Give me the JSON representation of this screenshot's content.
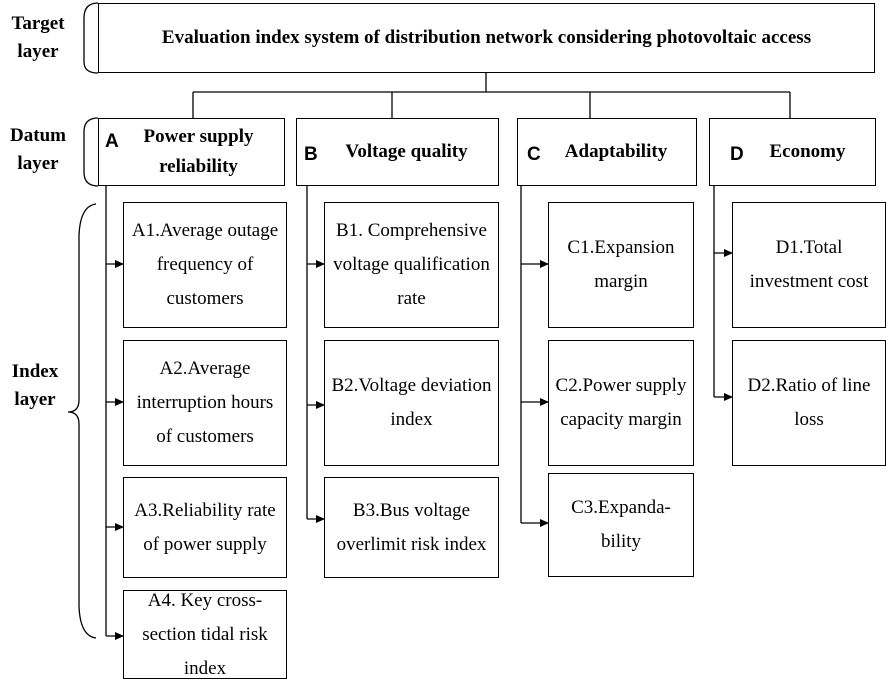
{
  "layers": {
    "target": [
      "Target",
      "layer"
    ],
    "datum": [
      "Datum",
      "layer"
    ],
    "index": [
      "Index",
      "layer"
    ]
  },
  "target": {
    "title": "Evaluation index system of distribution network considering photovoltaic access"
  },
  "categories": [
    {
      "letter": "A",
      "name": "Power supply reliability",
      "indices": [
        "A1.Average outage frequency of customers",
        "A2.Average interruption hours of customers",
        "A3.Reliability rate of power supply",
        "A4. Key cross-section tidal risk index"
      ]
    },
    {
      "letter": "B",
      "name": "Voltage quality",
      "indices": [
        "B1. Comprehensive voltage qualification rate",
        "B2.Voltage deviation index",
        "B3.Bus voltage overlimit risk index"
      ]
    },
    {
      "letter": "C",
      "name": "Adaptability",
      "indices": [
        "C1.Expansion margin",
        "C2.Power supply capacity margin",
        "C3.Expanda-bility"
      ]
    },
    {
      "letter": "D",
      "name": "Economy",
      "indices": [
        "D1.Total investment cost",
        "D2.Ratio of line loss"
      ]
    }
  ]
}
